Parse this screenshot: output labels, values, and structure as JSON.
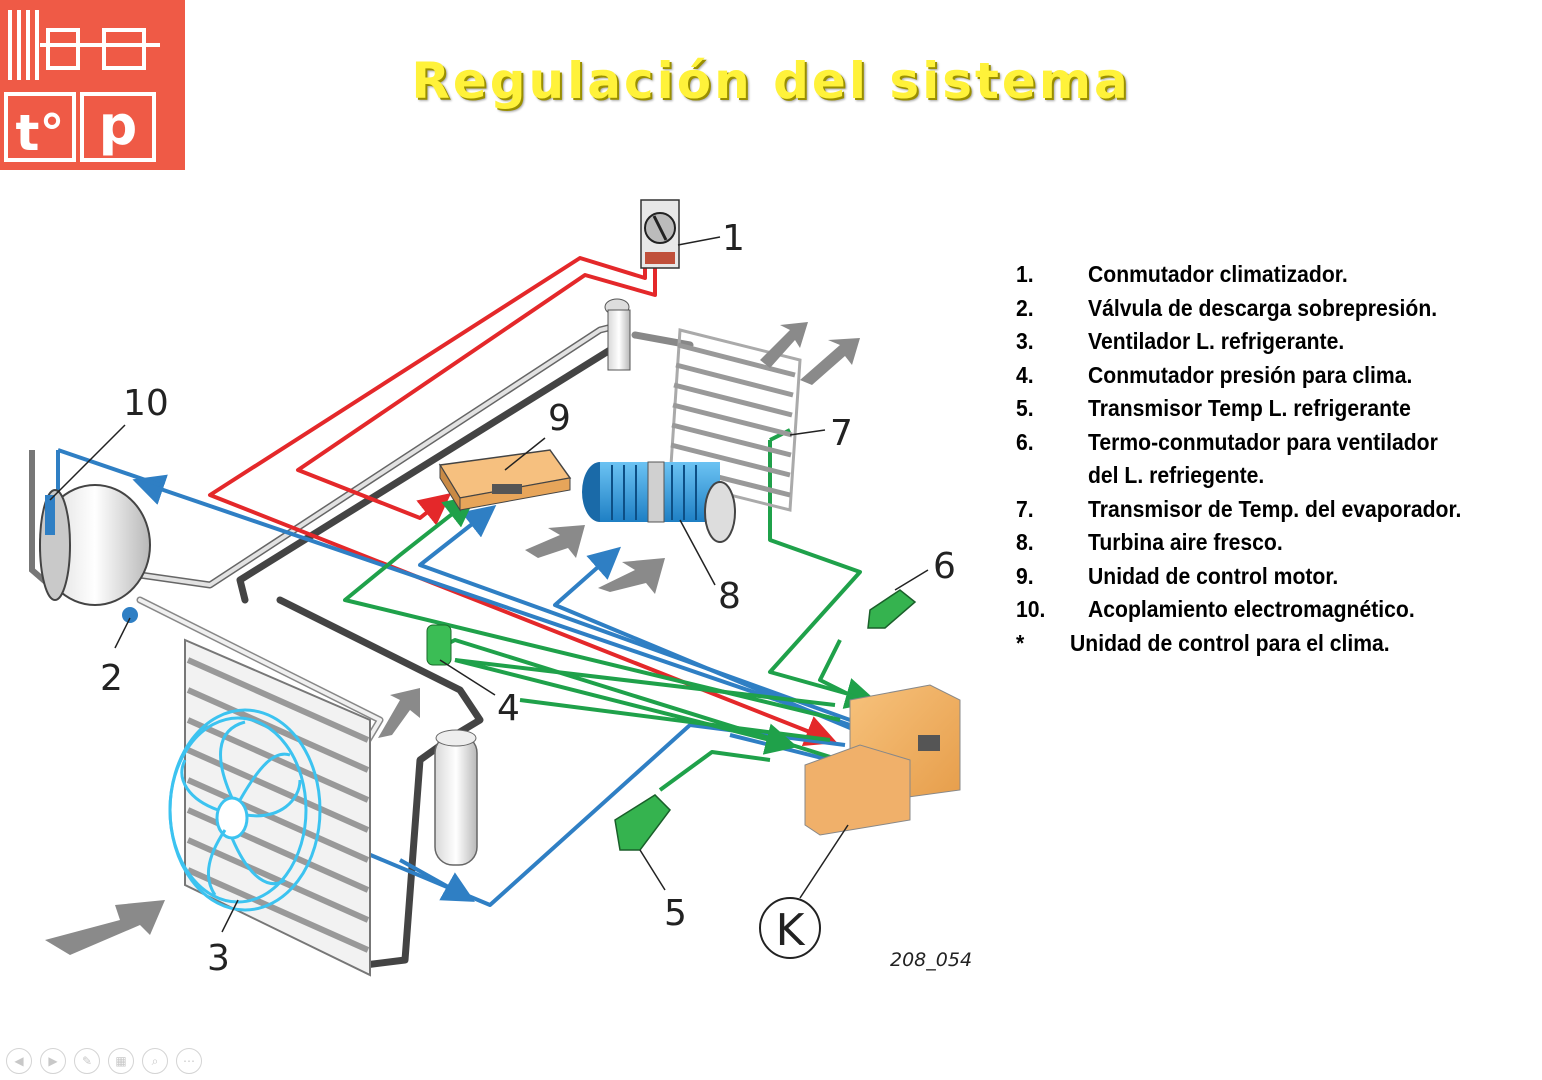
{
  "title": "Regulación del sistema",
  "logo": {
    "top_left": "|||",
    "bottom_left": "t°",
    "bottom_right": "p"
  },
  "diagram": {
    "callouts": [
      "1",
      "2",
      "3",
      "4",
      "5",
      "6",
      "7",
      "8",
      "9",
      "10"
    ],
    "figure_code": "208_054",
    "control_symbol": "K"
  },
  "legend": [
    {
      "num": "1.",
      "text": "Conmutador climatizador."
    },
    {
      "num": "2.",
      "text": "Válvula de descarga sobrepresión."
    },
    {
      "num": "3.",
      "text": "Ventilador L. refrigerante."
    },
    {
      "num": "4.",
      "text": "Conmutador presión para clima."
    },
    {
      "num": "5.",
      "text": "Transmisor Temp L. refrigerante"
    },
    {
      "num": "6.",
      "text": "Termo-conmutador para ventilador"
    },
    {
      "num": "",
      "text": "del L. refriegente."
    },
    {
      "num": "7.",
      "text": "Transmisor de Temp. del evaporador."
    },
    {
      "num": "8.",
      "text": "Turbina aire fresco."
    },
    {
      "num": "9.",
      "text": "Unidad de control motor."
    },
    {
      "num": "10.",
      "text": "Acoplamiento electromagnético."
    },
    {
      "num": "*",
      "text": "Unidad de control para el clima."
    }
  ],
  "colors": {
    "logo": "#ef5a46",
    "title": "#fff23a",
    "red_line": "#e4282a",
    "blue_line": "#2f7fc4",
    "green_line": "#1fa14a",
    "control_unit": "#f3b46a",
    "fan": "#3cc3f0",
    "blower": "#2a94d6",
    "sensor": "#2fae4a"
  },
  "toolbar": [
    "prev-icon",
    "next-icon",
    "pen-icon",
    "slides-icon",
    "zoom-icon",
    "more-icon"
  ]
}
